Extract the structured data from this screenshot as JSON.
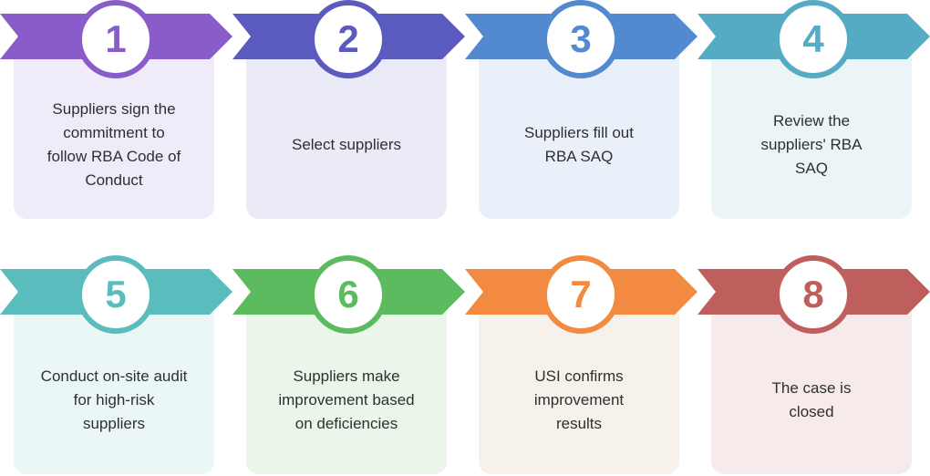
{
  "steps": [
    {
      "number": "1",
      "text": "Suppliers sign the\ncommitment to\nfollow RBA Code of\nConduct",
      "color": "#8a5cc9",
      "tint": "#f0ebf8"
    },
    {
      "number": "2",
      "text": "Select suppliers",
      "color": "#5b5bbf",
      "tint": "#ebebf7"
    },
    {
      "number": "3",
      "text": "Suppliers fill out\nRBA SAQ",
      "color": "#5289cf",
      "tint": "#eaf0f9"
    },
    {
      "number": "4",
      "text": "Review the\nsuppliers' RBA\nSAQ",
      "color": "#55aac4",
      "tint": "#ebf4f7"
    },
    {
      "number": "5",
      "text": "Conduct on-site audit\nfor high-risk\nsuppliers",
      "color": "#5bbcbd",
      "tint": "#ebf7f7"
    },
    {
      "number": "6",
      "text": "Suppliers make\nimprovement based\non deficiencies",
      "color": "#5cbb5e",
      "tint": "#ebf6eb"
    },
    {
      "number": "7",
      "text": "USI confirms\nimprovement\nresults",
      "color": "#f28b41",
      "tint": "#f6f1ea"
    },
    {
      "number": "8",
      "text": "The case is\nclosed",
      "color": "#bf5f5d",
      "tint": "#f6ebea"
    }
  ]
}
